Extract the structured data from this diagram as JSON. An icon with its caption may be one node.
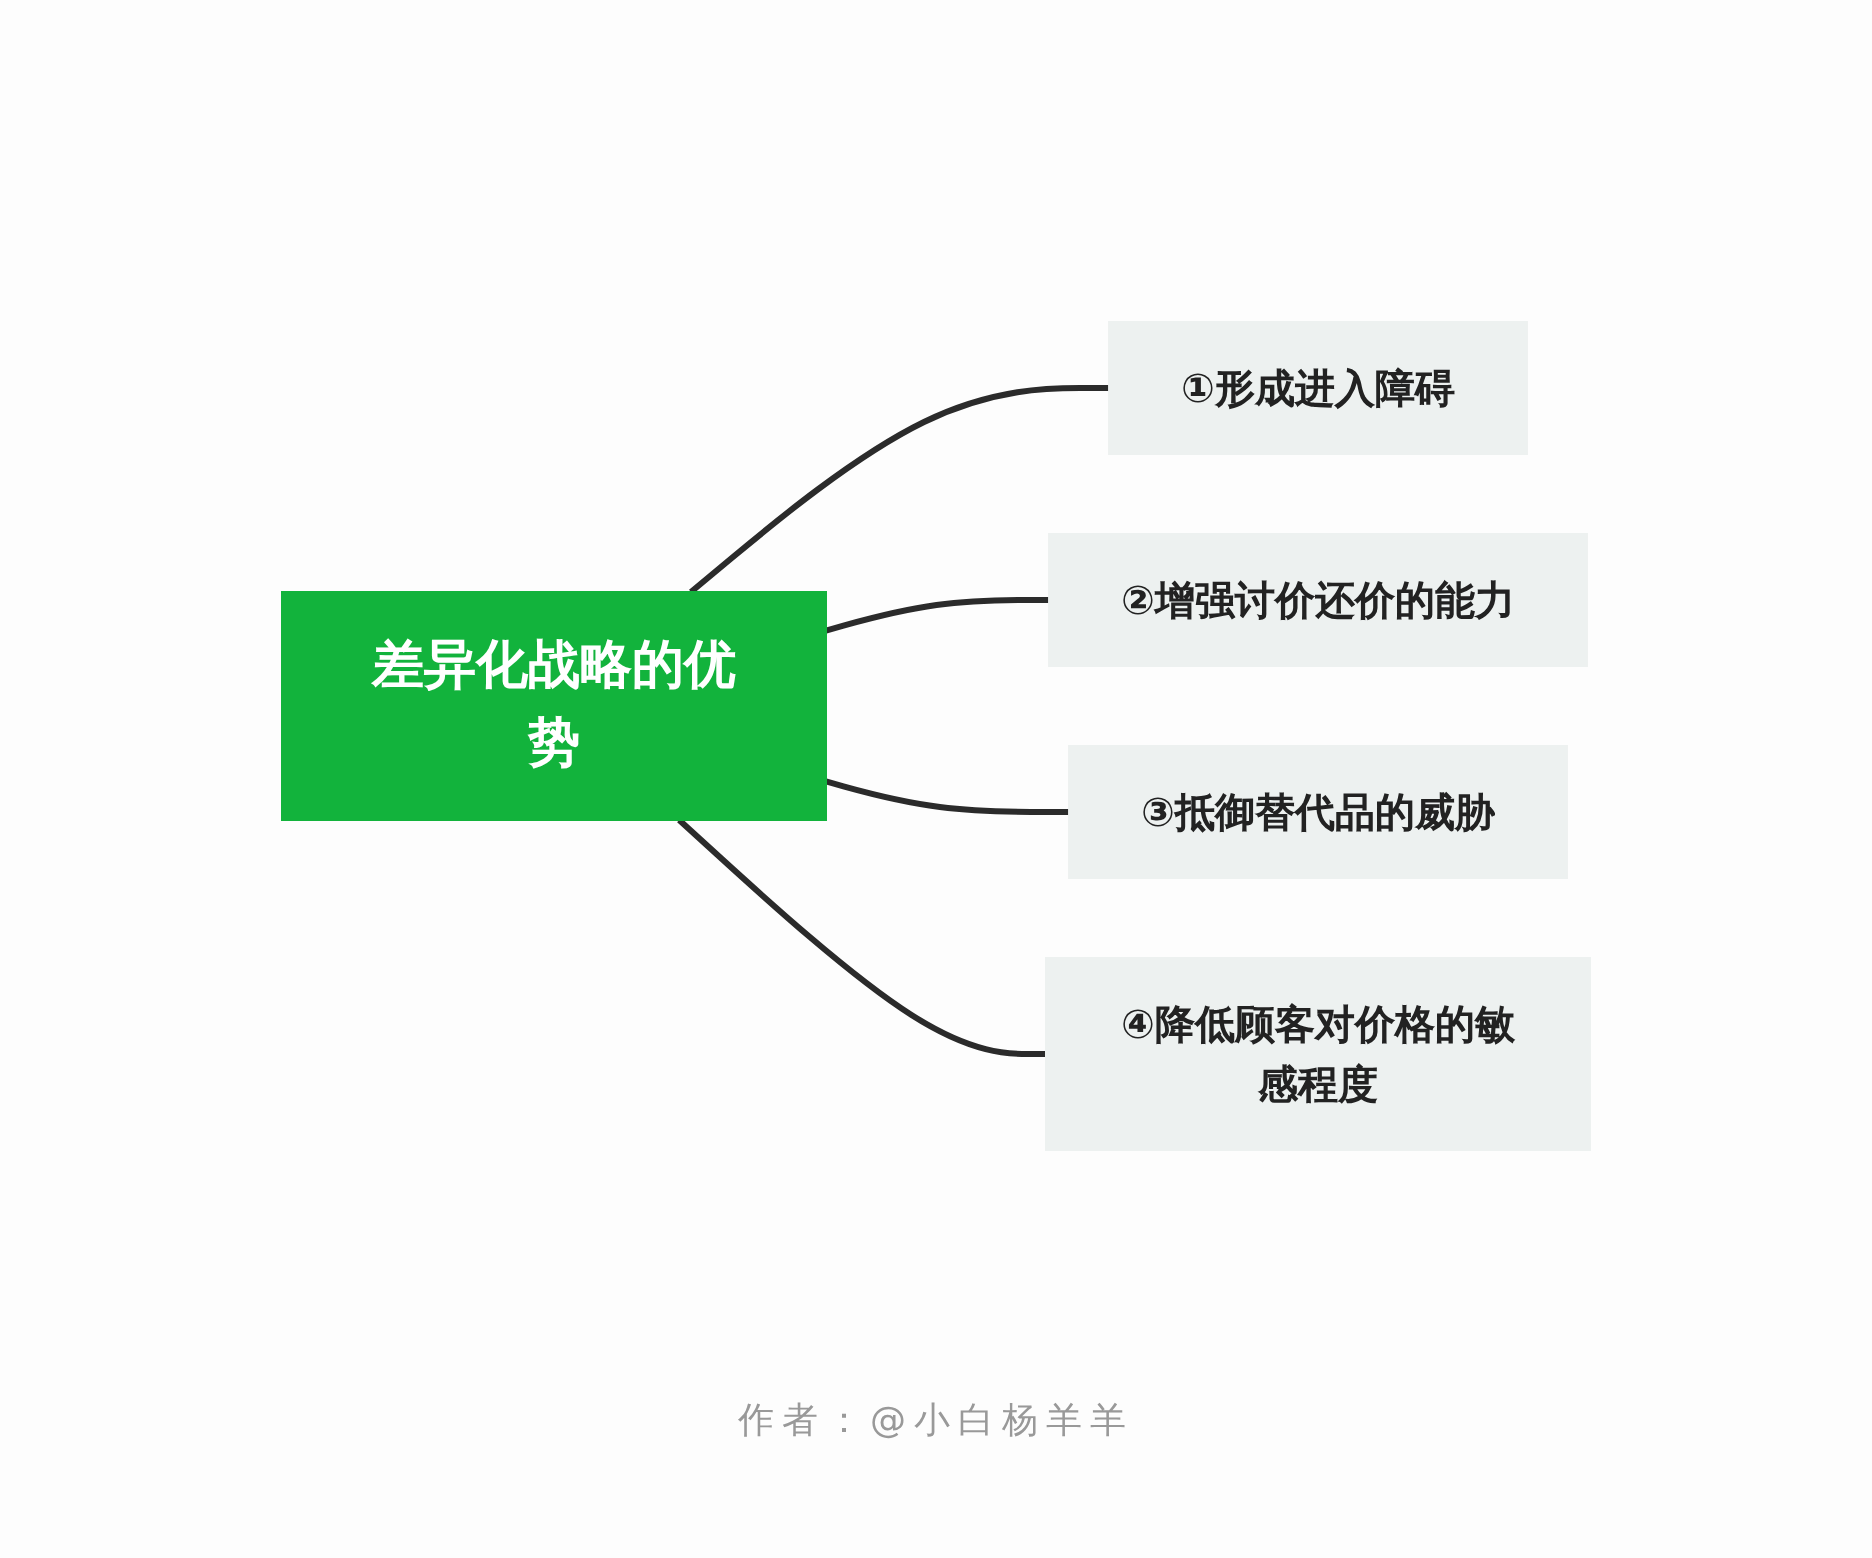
{
  "diagram": {
    "caption": "作者：@小白杨羊羊",
    "nodes": [
      {
        "text": [
          "差异化战略的优势"
        ]
      },
      {
        "text": [
          "①形成进入障碍"
        ]
      },
      {
        "text": [
          "②增强讨价还价的能力"
        ]
      },
      {
        "text": [
          "③抵御替代品的威胁"
        ]
      },
      {
        "text": [
          "④降低顾客对价格的敏感程度"
        ]
      }
    ],
    "edges": [
      {
        "from": 0,
        "to": 1,
        "arrow": "none"
      },
      {
        "from": 0,
        "to": 2,
        "arrow": "none"
      },
      {
        "from": 0,
        "to": 3,
        "arrow": "none"
      },
      {
        "from": 0,
        "to": 4,
        "arrow": "none"
      }
    ]
  }
}
